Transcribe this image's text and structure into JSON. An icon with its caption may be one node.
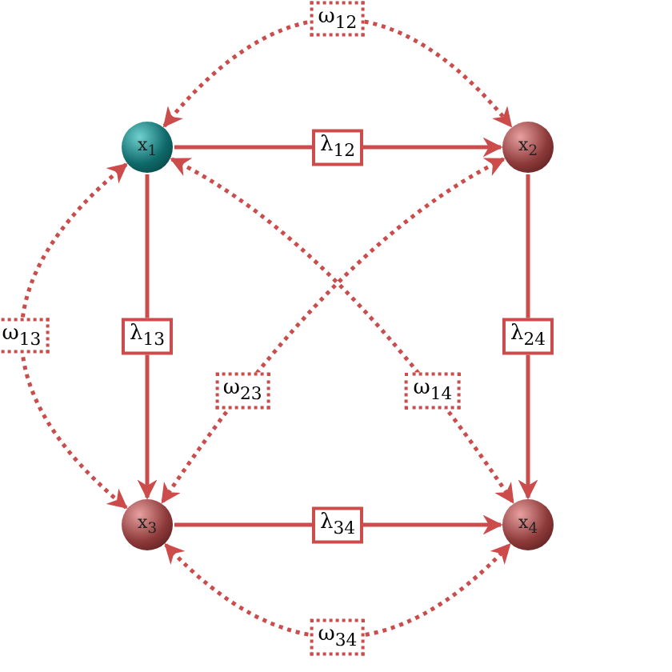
{
  "diagram": {
    "nodes": [
      {
        "text": [
          "x$_{1}$"
        ]
      },
      {
        "text": [
          "x$_{2}$"
        ]
      },
      {
        "text": [
          "x$_{3}$"
        ]
      },
      {
        "text": [
          "x$_{4}$"
        ]
      }
    ],
    "edges": [
      {
        "from": 0,
        "to": 1,
        "arrow": "to",
        "label": "λ$_{12}$"
      },
      {
        "from": 0,
        "to": 2,
        "arrow": "to",
        "label": "λ$_{13}$"
      },
      {
        "from": 1,
        "to": 3,
        "arrow": "to",
        "label": "λ$_{24}$"
      },
      {
        "from": 2,
        "to": 3,
        "arrow": "to",
        "label": "λ$_{34}$"
      },
      {
        "from": 0,
        "to": 1,
        "arrow": "both",
        "label": "ω$_{12}$",
        "style": "dashed"
      },
      {
        "from": 0,
        "to": 2,
        "arrow": "both",
        "label": "ω$_{13}$",
        "style": "dashed"
      },
      {
        "from": 1,
        "to": 2,
        "arrow": "both",
        "label": "ω$_{23}$",
        "style": "dashed"
      },
      {
        "from": 0,
        "to": 3,
        "arrow": "both",
        "label": "ω$_{14}$",
        "style": "dashed"
      },
      {
        "from": 2,
        "to": 3,
        "arrow": "both",
        "label": "ω$_{34}$",
        "style": "dashed"
      }
    ]
  }
}
